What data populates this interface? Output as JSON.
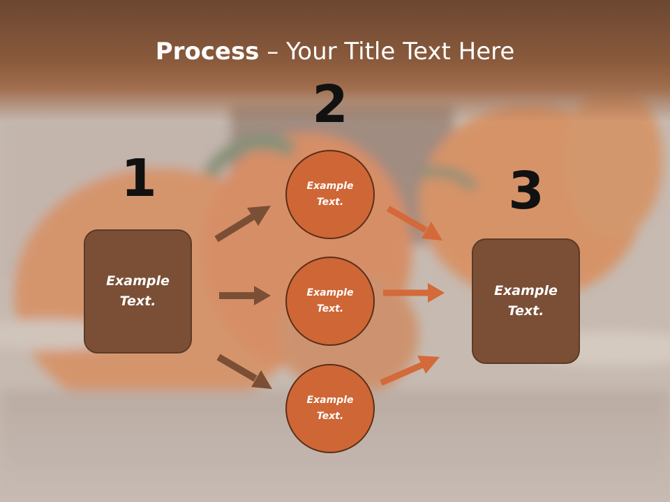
{
  "slide": {
    "title_bold": "Process",
    "title_rest": " – Your Title Text Here"
  },
  "steps": [
    {
      "number": "1",
      "label": "Example\nText."
    },
    {
      "number": "2",
      "items": [
        "Example\nText.",
        "Example\nText.",
        "Example\nText."
      ]
    },
    {
      "number": "3",
      "label": "Example\nText."
    }
  ],
  "colors": {
    "box_fill": "#7a4f36",
    "circle_fill": "#cf6636",
    "arrow_brown": "#7a4f36",
    "arrow_orange": "#d4693a",
    "header": "#7b5036"
  }
}
